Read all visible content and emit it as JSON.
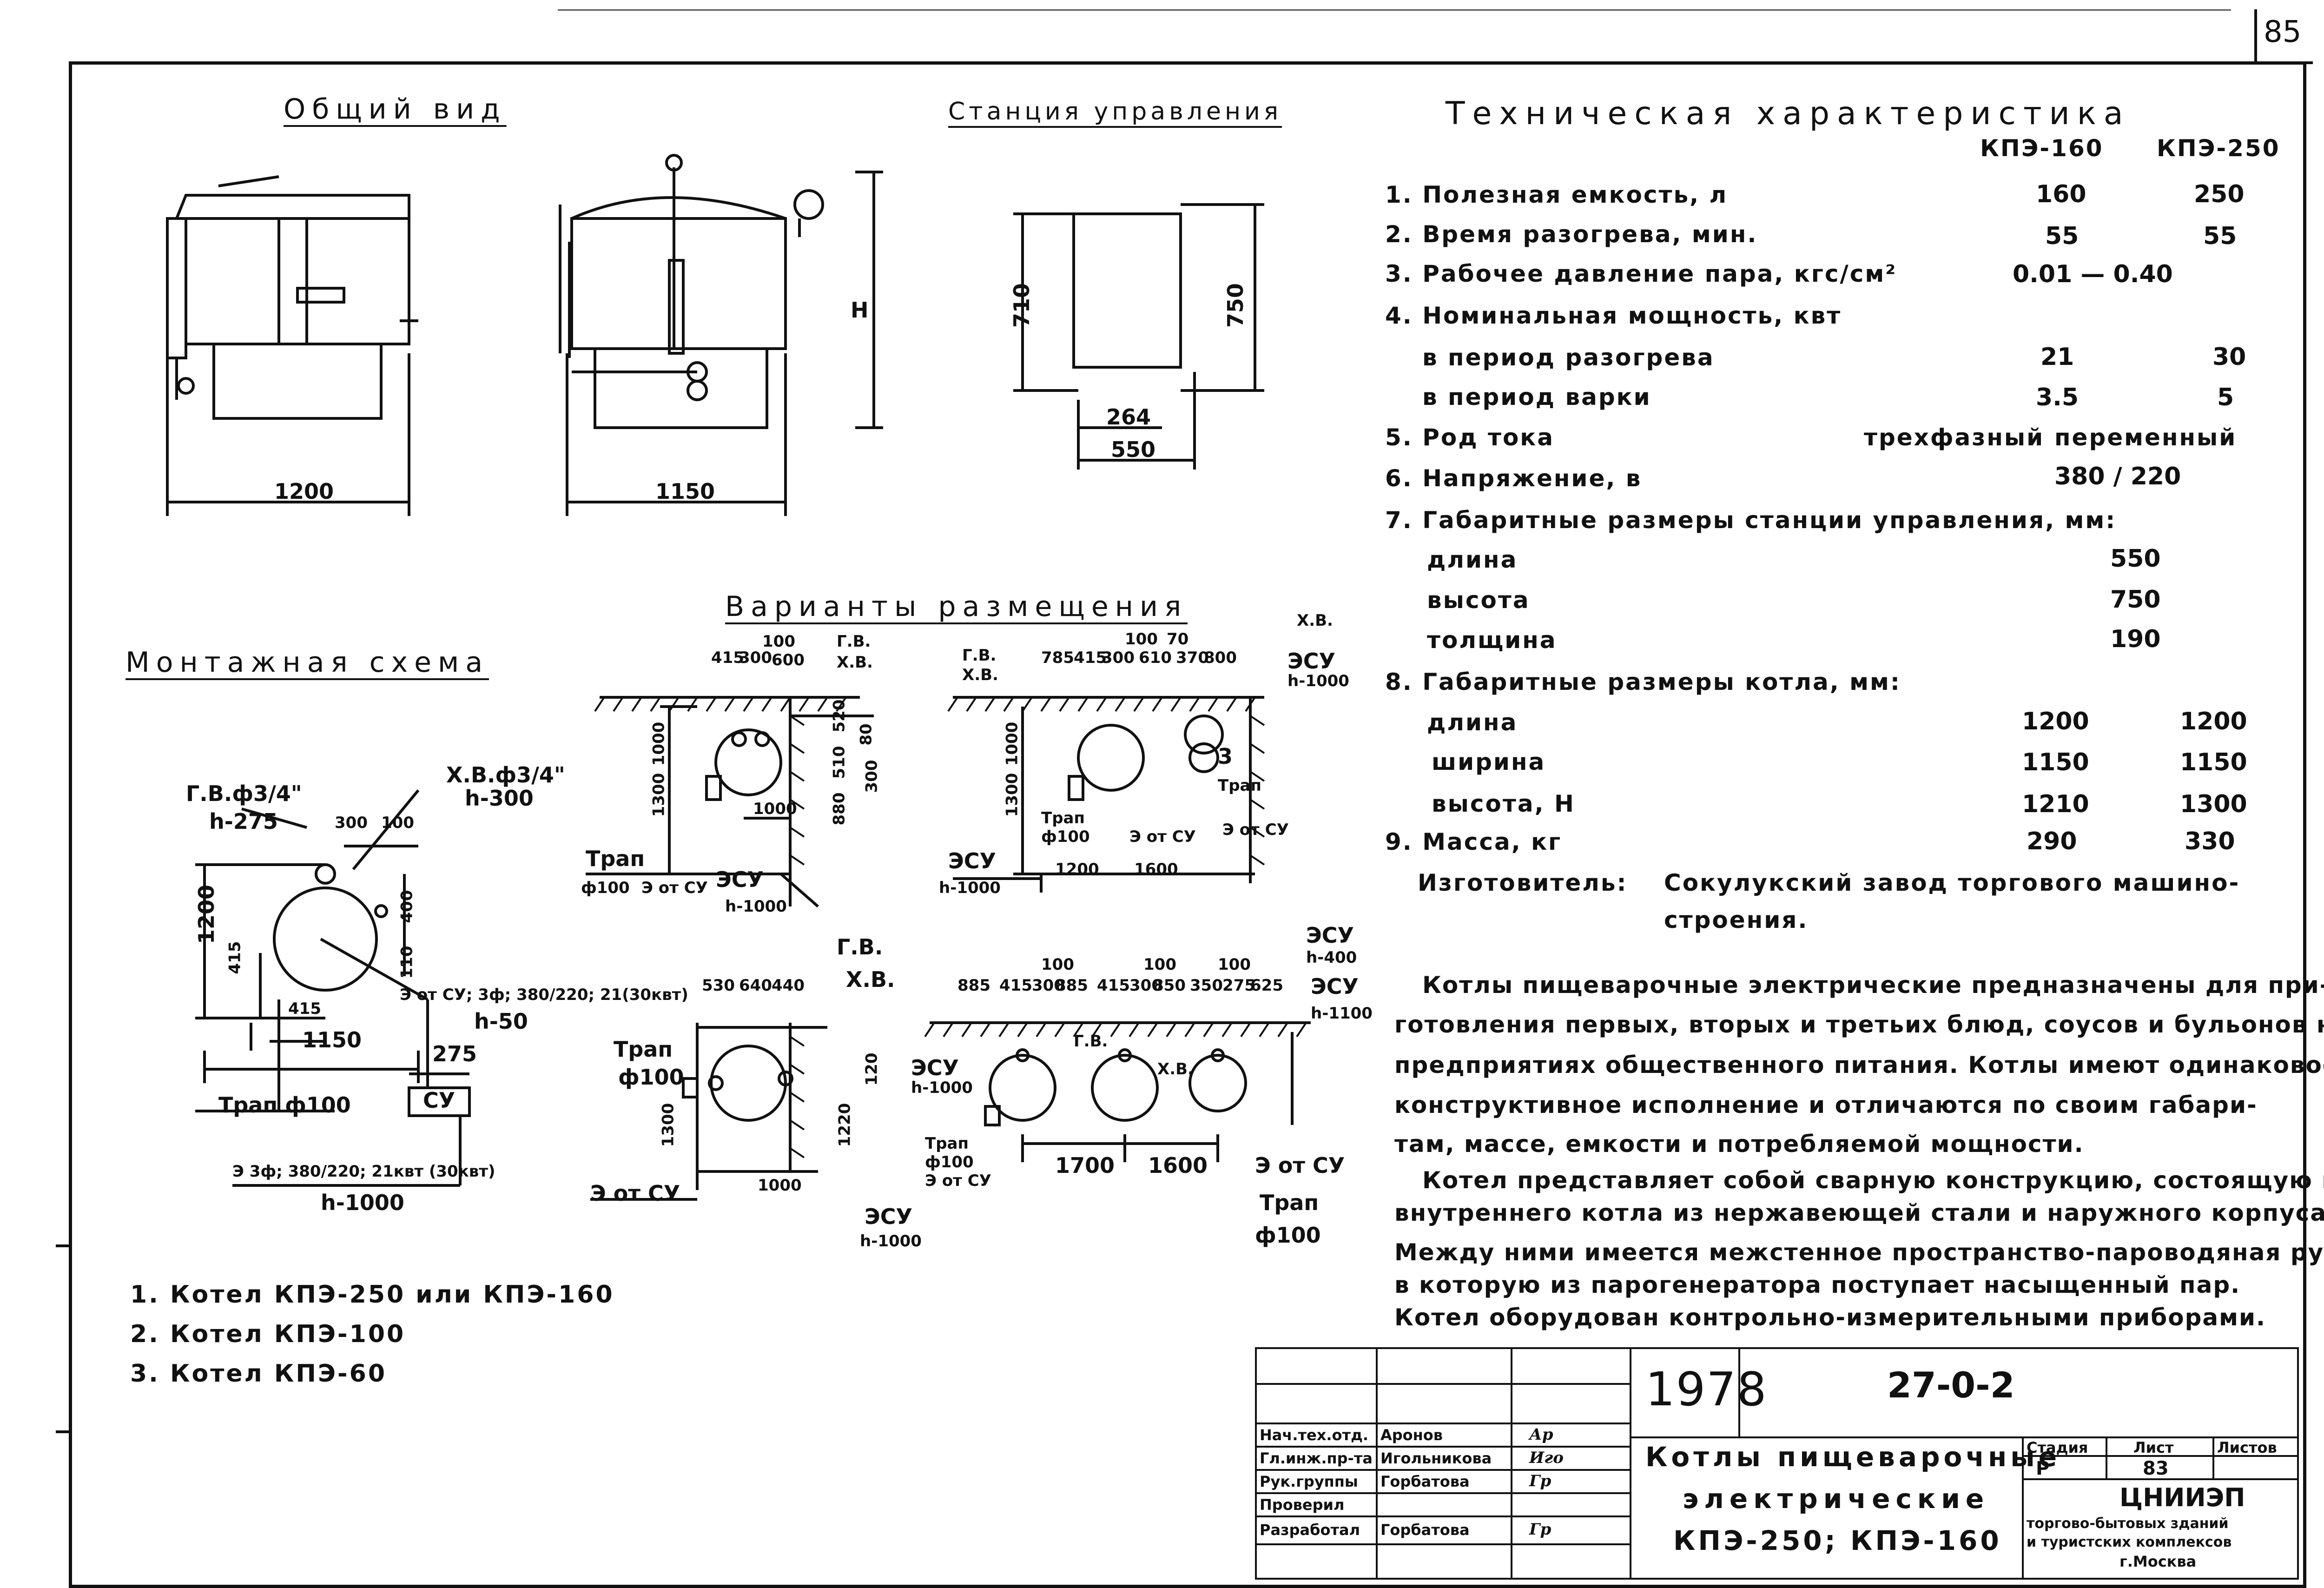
{
  "page_number": "85",
  "views": {
    "general_view": "Общий вид",
    "control_station": "Станция управления",
    "placement_variants": "Варианты размещения",
    "mounting_scheme": "Монтажная схема"
  },
  "general_dims": {
    "w1": "1200",
    "w2": "1150",
    "h": "H"
  },
  "station_dims": {
    "h1": "710",
    "h2": "750",
    "w1": "264",
    "w2": "550"
  },
  "specs": {
    "title": "Техническая характеристика",
    "col1": "КПЭ-160",
    "col2": "КПЭ-250",
    "rows": [
      {
        "label": "1. Полезная емкость, л",
        "v1": "160",
        "v2": "250"
      },
      {
        "label": "2. Время разогрева, мин.",
        "v1": "55",
        "v2": "55"
      },
      {
        "label": "3. Рабочее давление пара, кгс/см²",
        "v1": "0.01 — 0.40",
        "v2": ""
      },
      {
        "label": "4. Номинальная мощность, квт",
        "v1": "",
        "v2": ""
      },
      {
        "label": "в период разогрева",
        "v1": "21",
        "v2": "30"
      },
      {
        "label": "в период варки",
        "v1": "3.5",
        "v2": "5"
      },
      {
        "label": "5. Род тока",
        "v1": "трехфазный",
        "v2": "переменный"
      },
      {
        "label": "6. Напряжение, в",
        "v1": "380 / 220",
        "v2": ""
      },
      {
        "label": "7. Габаритные размеры станции управления, мм:",
        "v1": "",
        "v2": ""
      },
      {
        "label": "длина",
        "v1": "550",
        "v2": ""
      },
      {
        "label": "высота",
        "v1": "750",
        "v2": ""
      },
      {
        "label": "толщина",
        "v1": "190",
        "v2": ""
      },
      {
        "label": "8. Габаритные размеры котла, мм:",
        "v1": "",
        "v2": ""
      },
      {
        "label": "длина",
        "v1": "1200",
        "v2": "1200"
      },
      {
        "label": "ширина",
        "v1": "1150",
        "v2": "1150"
      },
      {
        "label": "высота, Н",
        "v1": "1210",
        "v2": "1300"
      },
      {
        "label": "9. Масса, кг",
        "v1": "290",
        "v2": "330"
      }
    ],
    "maker_label": "Изготовитель:",
    "maker_line1": "Сокулукский завод торгового машино-",
    "maker_line2": "строения."
  },
  "description": [
    "Котлы пищеварочные электрические предназначены для при-",
    "готовления первых, вторых и третьих блюд, соусов и бульонов на",
    "предприятиях общественного питания. Котлы имеют одинаковое",
    "конструктивное исполнение и отличаются по своим габари-",
    "там, массе, емкости и потребляемой мощности.",
    "Котел представляет собой сварную конструкцию, состоящую из",
    "внутреннего котла из нержавеющей стали и наружного корпуса.",
    "Между ними имеется межстенное пространство-пароводяная рубашка,",
    "в которую из парогенератора поступает насыщенный пар.",
    "Котел оборудован контрольно-измерительными приборами."
  ],
  "legend": [
    "1. Котел КПЭ-250 или КПЭ-160",
    "2. Котел КПЭ-100",
    "3. Котел КПЭ-60"
  ],
  "mounting": {
    "gv": "Г.В.ф3/4\"",
    "gv_h": "h-275",
    "xv": "Х.В.ф3/4\"",
    "xv_h": "h-300",
    "d300": "300",
    "d100": "100",
    "d1200": "1200",
    "d415a": "415",
    "d400": "400",
    "d110": "110",
    "d415b": "415",
    "d1150": "1150",
    "e_from": "Э от СУ; 3ф; 380/220; 21(30квт)",
    "e_h": "h-50",
    "d275": "275",
    "su": "СУ",
    "drain": "Трап ф100",
    "e3": "Э 3ф; 380/220; 21квт (30квт)",
    "e3_h": "h-1000"
  },
  "variants": {
    "a": {
      "d1": "415",
      "d2": "300",
      "d3": "100",
      "d4": "600",
      "gv": "Г.В.",
      "xv": "Х.В.",
      "v1": "1000",
      "v2": "1300",
      "v3": "520",
      "v4": "510",
      "v5": "880",
      "v6": "80",
      "v7": "300",
      "d5": "1000",
      "trap": "Трап",
      "trap_d": "ф100",
      "e_from": "Э от СУ",
      "esu": "ЭСУ",
      "esu_h": "h-1000"
    },
    "b": {
      "gv": "Г.В.",
      "xv": "Х.В.",
      "d1": "785",
      "d2": "415",
      "d3": "300",
      "d4": "100",
      "d5": "610",
      "d6": "70",
      "d7": "370",
      "d8": "800",
      "xv2": "Х.В.",
      "esu": "ЭСУ",
      "esu_h": "h-1000",
      "v1": "1000",
      "v2": "1300",
      "n3": "3",
      "trap": "Трап",
      "trap2": "Трап",
      "trap_d": "ф100",
      "e_from": "Э от СУ",
      "e_from2": "Э от СУ",
      "esu2": "ЭСУ",
      "esu2_h": "h-1000",
      "d9": "1200",
      "d10": "1600"
    },
    "c": {
      "d1": "530",
      "d2": "640",
      "d3": "440",
      "gv": "Г.В.",
      "xv": "Х.В.",
      "trap": "Трап",
      "trap_d": "ф100",
      "v1": "1300",
      "v2": "1220",
      "v3": "120",
      "d4": "1000",
      "e_from": "Э от СУ",
      "esu": "ЭСУ",
      "esu_h": "h-1000"
    },
    "d": {
      "d1": "885",
      "d2": "415",
      "d3": "300",
      "d4": "885",
      "d5": "415",
      "d6": "300",
      "d7": "850",
      "d8": "350",
      "d9": "275",
      "d10": "625",
      "d11": "100",
      "d12": "100",
      "d13": "100",
      "esu": "ЭСУ",
      "esu_h": "h-400",
      "esu2": "ЭСУ",
      "esu2_h": "h-1100",
      "esu3": "ЭСУ",
      "esu3_h": "h-1000",
      "gv": "Г.В.",
      "xv": "Х.В.",
      "trap": "Трап",
      "trap_d": "ф100",
      "e_from": "Э от СУ",
      "e_from2": "Э от СУ",
      "trap2": "Трап",
      "trap2_d": "ф100",
      "d14": "1700",
      "d15": "1600"
    }
  },
  "title_block": {
    "year": "1978",
    "code": "27-0-2",
    "roles": [
      {
        "role": "Нач.тех.отд.",
        "name": "Аронов",
        "sign": "Ар"
      },
      {
        "role": "Гл.инж.пр-та",
        "name": "Игольникова",
        "sign": "Иго"
      },
      {
        "role": "Рук.группы",
        "name": "Горбатова",
        "sign": "Гр"
      },
      {
        "role": "Проверил",
        "name": "",
        "sign": ""
      },
      {
        "role": "Разработал",
        "name": "Горбатова",
        "sign": "Гр"
      }
    ],
    "title_line1": "Котлы пищеварочные",
    "title_line2": "электрические",
    "title_line3": "КПЭ-250; КПЭ-160",
    "stage_label": "Стадия",
    "sheet_label": "Лист",
    "sheets_label": "Листов",
    "stage": "Р",
    "sheet": "83",
    "sheets": "",
    "org": "ЦНИИЭП",
    "org_line2": "торгово-бытовых зданий",
    "org_line3": "и туристских комплексов",
    "city": "г.Москва"
  }
}
